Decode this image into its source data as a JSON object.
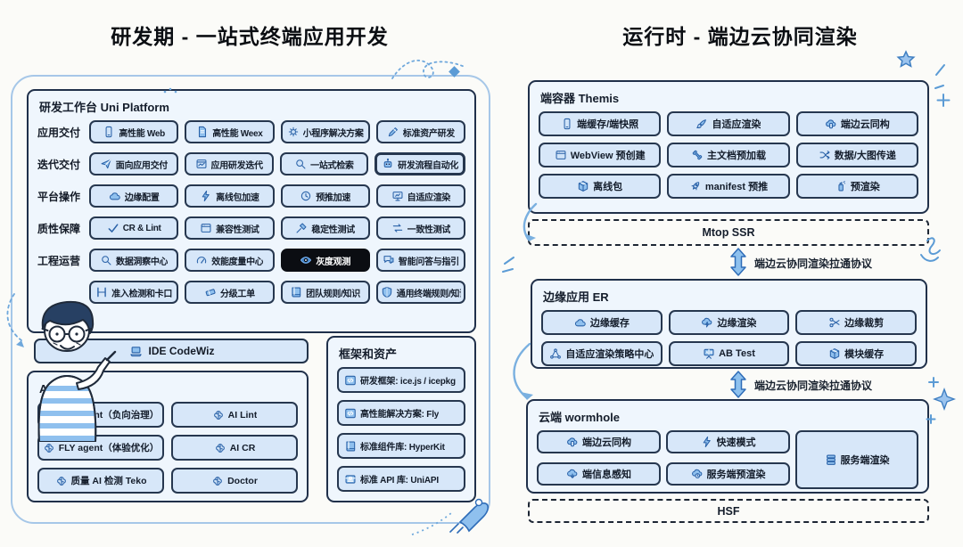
{
  "colors": {
    "accent": "#3f7fc2",
    "dark_border": "#1e2b3c",
    "button_bg": "#d7e7f9",
    "panel_bg": "#eff6fd",
    "dark_button_bg": "#0b0d12"
  },
  "left": {
    "title": "研发期 - 一站式终端应用开发",
    "platform": {
      "header": "研发工作台 Uni Platform",
      "rows": [
        {
          "label": "应用交付",
          "buttons": [
            {
              "icon": "phone",
              "label": "高性能 Web"
            },
            {
              "icon": "document",
              "label": "高性能 Weex"
            },
            {
              "icon": "gear",
              "label": "小程序解决方案"
            },
            {
              "icon": "pencil",
              "label": "标准资产研发"
            }
          ]
        },
        {
          "label": "迭代交付",
          "buttons": [
            {
              "icon": "paper-plane",
              "label": "面向应用交付"
            },
            {
              "icon": "window-chart",
              "label": "应用研发迭代"
            },
            {
              "icon": "search",
              "label": "一站式检索"
            },
            {
              "icon": "robot",
              "label": "研发流程自动化",
              "variant": "bold"
            }
          ]
        },
        {
          "label": "平台操作",
          "buttons": [
            {
              "icon": "cloud",
              "label": "边缘配置"
            },
            {
              "icon": "lightning",
              "label": "离线包加速"
            },
            {
              "icon": "clock",
              "label": "预推加速"
            },
            {
              "icon": "monitor",
              "label": "自适应渲染"
            }
          ]
        },
        {
          "label": "质性保障",
          "buttons": [
            {
              "icon": "check",
              "label": "CR & Lint"
            },
            {
              "icon": "browser",
              "label": "兼容性测试"
            },
            {
              "icon": "hammer",
              "label": "稳定性测试"
            },
            {
              "icon": "swap-arrows",
              "label": "一致性测试"
            }
          ]
        },
        {
          "label": "工程运营",
          "buttons": [
            {
              "icon": "search",
              "label": "数据洞察中心"
            },
            {
              "icon": "gauge",
              "label": "效能度量中心"
            },
            {
              "icon": "eye",
              "label": "灰度观测",
              "variant": "dark"
            },
            {
              "icon": "chat",
              "label": "智能问答与指引"
            }
          ]
        },
        {
          "label": "",
          "buttons": [
            {
              "icon": "gate",
              "label": "准入检测和卡口"
            },
            {
              "icon": "ticket",
              "label": "分级工单"
            },
            {
              "icon": "book",
              "label": "团队规则/知识"
            },
            {
              "icon": "shield",
              "label": "通用终端规则/知识"
            }
          ]
        }
      ]
    },
    "ide_bar": {
      "icon": "laptop",
      "label": "IDE CodeWiz"
    },
    "ai": {
      "header": "AI 能力",
      "buttons": [
        {
          "icon": "brain",
          "label": "FLY agent（负向治理）"
        },
        {
          "icon": "brain",
          "label": "AI Lint"
        },
        {
          "icon": "brain",
          "label": "FLY agent（体验优化）"
        },
        {
          "icon": "brain",
          "label": "AI CR"
        },
        {
          "icon": "brain",
          "label": "质量 AI 检测 Teko"
        },
        {
          "icon": "brain",
          "label": "Doctor"
        }
      ]
    },
    "assets": {
      "header": "框架和资产",
      "buttons": [
        {
          "icon": "code",
          "label": "研发框架: ice.js / icepkg"
        },
        {
          "icon": "code",
          "label": "高性能解决方案: Fly"
        },
        {
          "icon": "book",
          "label": "标准组件库: HyperKit"
        },
        {
          "icon": "archive",
          "label": "标准 API 库: UniAPI"
        }
      ]
    }
  },
  "right": {
    "title": "运行时 - 端边云协同渲染",
    "themis": {
      "header": "端容器 Themis",
      "buttons": [
        {
          "icon": "phone",
          "label": "端缓存/端快照"
        },
        {
          "icon": "brush",
          "label": "自适应渲染"
        },
        {
          "icon": "cloud-phone",
          "label": "端边云同构"
        },
        {
          "icon": "browser",
          "label": "WebView 预创建"
        },
        {
          "icon": "bone",
          "label": "主文档预加载"
        },
        {
          "icon": "shuffle",
          "label": "数据/大图传递"
        },
        {
          "icon": "package",
          "label": "离线包"
        },
        {
          "icon": "rocket",
          "label": "manifest 预推"
        },
        {
          "icon": "spray",
          "label": "预渲染"
        }
      ]
    },
    "mtop_label": "Mtop SSR",
    "protocol_label": "端边云协同渲染拉通协议",
    "er": {
      "header": "边缘应用 ER",
      "buttons": [
        {
          "icon": "cloud",
          "label": "边缘缓存"
        },
        {
          "icon": "cloud-lightning",
          "label": "边缘渲染"
        },
        {
          "icon": "scissors",
          "label": "边缘裁剪"
        },
        {
          "icon": "nodes",
          "label": "自适应渲染策略中心"
        },
        {
          "icon": "ab-board",
          "label": "AB Test"
        },
        {
          "icon": "package",
          "label": "模块缓存"
        }
      ]
    },
    "wormhole": {
      "header": "云端 wormhole",
      "buttons": [
        {
          "icon": "cloud-phone",
          "label": "端边云同构"
        },
        {
          "icon": "lightning",
          "label": "快速模式"
        },
        {
          "icon": "cloud-info",
          "label": "端信息感知"
        },
        {
          "icon": "cloud-clock",
          "label": "服务端预渲染"
        }
      ],
      "tall_button": {
        "icon": "server",
        "label": "服务端渲染"
      }
    },
    "hsf_label": "HSF"
  }
}
